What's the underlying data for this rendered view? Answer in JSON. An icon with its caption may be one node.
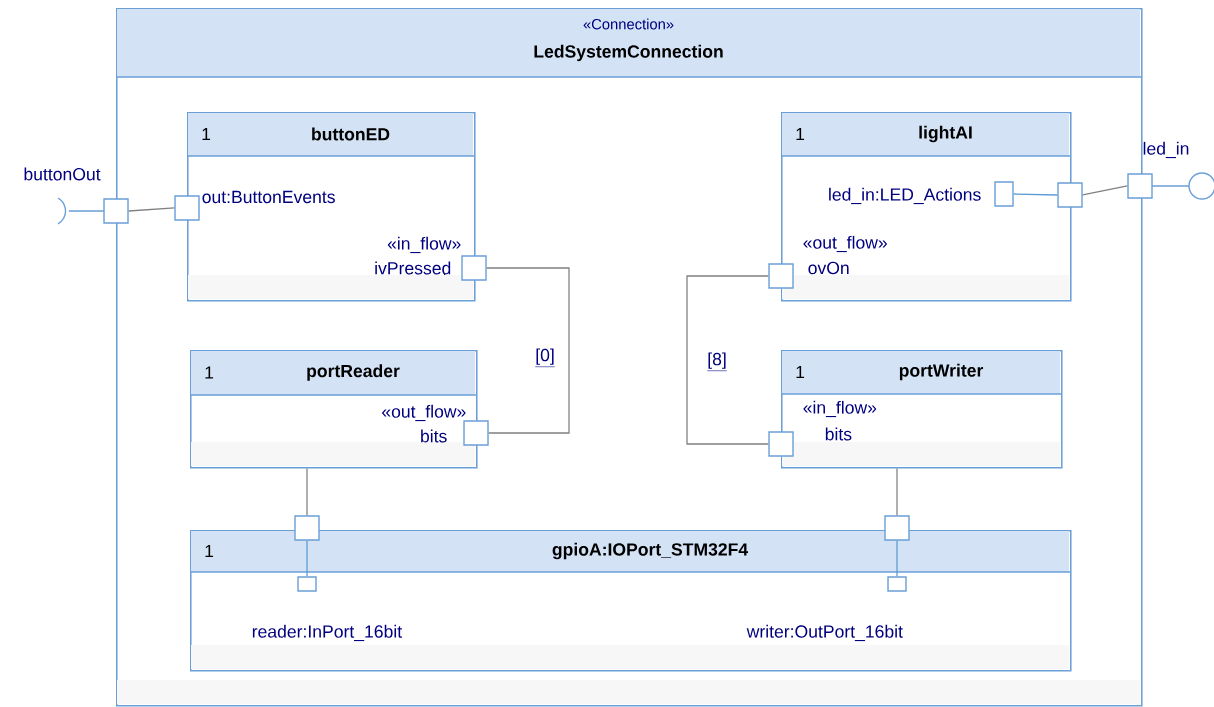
{
  "diagram": {
    "nodes": [
      {
        "text": [
          "«Connection»",
          "LedSystemConnection"
        ]
      },
      {
        "text": [
          "1",
          "buttonED"
        ],
        "in": 0
      },
      {
        "text": [
          "1",
          "lightAI"
        ],
        "in": 0
      },
      {
        "text": [
          "1",
          "portReader"
        ],
        "in": 0
      },
      {
        "text": [
          "1",
          "portWriter"
        ],
        "in": 0
      },
      {
        "text": [
          "1",
          "gpioA:IOPort_STM32F4"
        ],
        "in": 0
      },
      {
        "text": [],
        "shape": "box",
        "beside": [
          "buttonOut"
        ]
      },
      {
        "text": [],
        "shape": "box",
        "in": 0,
        "beside": [
          "out:ButtonEvents"
        ]
      },
      {
        "text": [],
        "shape": "box",
        "in": 0,
        "beside": [
          "«in_flow»",
          "ivPressed"
        ]
      },
      {
        "text": [],
        "shape": "box",
        "in": 0,
        "beside": [
          "«out_flow»",
          "bits"
        ]
      },
      {
        "text": [],
        "shape": "box",
        "in": 2,
        "beside": [
          "led_in:LED_Actions"
        ]
      },
      {
        "text": [],
        "shape": "box",
        "in": 0
      },
      {
        "text": [],
        "shape": "box",
        "beside": [
          "led_in"
        ]
      },
      {
        "text": [],
        "shape": "box",
        "in": 0,
        "beside": [
          "«out_flow»",
          "ovOn"
        ]
      },
      {
        "text": [],
        "shape": "box",
        "in": 0,
        "beside": [
          "«in_flow»",
          "bits"
        ]
      },
      {
        "text": [],
        "shape": "box",
        "in": 0
      },
      {
        "text": [],
        "shape": "box",
        "in": 5,
        "beside": [
          "reader:InPort_16bit"
        ]
      },
      {
        "text": [],
        "shape": "box",
        "in": 0
      },
      {
        "text": [],
        "shape": "box",
        "in": 5,
        "beside": [
          "writer:OutPort_16bit"
        ]
      }
    ],
    "edges": [
      {
        "from": 6,
        "to": 7,
        "arrow": "none"
      },
      {
        "from": 8,
        "to": 9,
        "arrow": "none",
        "label": "[0]"
      },
      {
        "from": 13,
        "to": 14,
        "arrow": "none",
        "label": "[8]"
      },
      {
        "from": 10,
        "to": 11,
        "arrow": "none",
        "color": "#5b9bd5"
      },
      {
        "from": 11,
        "to": 12,
        "arrow": "none"
      },
      {
        "from": 3,
        "to": 15,
        "arrow": "none"
      },
      {
        "from": 15,
        "to": 16,
        "arrow": "none",
        "color": "#5b9bd5"
      },
      {
        "from": 4,
        "to": 17,
        "arrow": "none"
      },
      {
        "from": 17,
        "to": 18,
        "arrow": "none",
        "color": "#5b9bd5"
      }
    ]
  }
}
